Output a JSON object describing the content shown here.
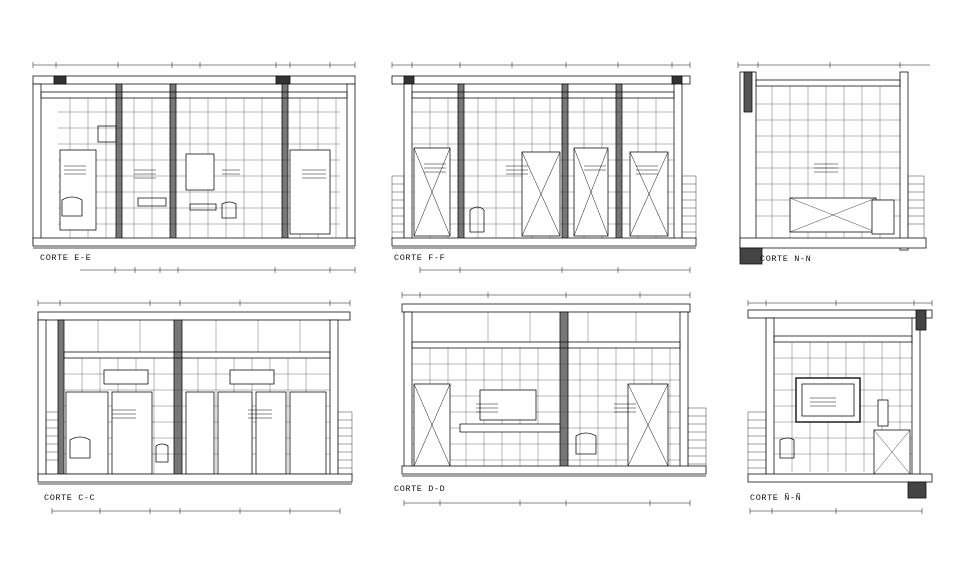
{
  "sections": [
    {
      "id": "e-e",
      "title": "CORTE E-E"
    },
    {
      "id": "f-f",
      "title": "CORTE F-F"
    },
    {
      "id": "n-n",
      "title": "CORTE N-N"
    },
    {
      "id": "c-c",
      "title": "CORTE C-C"
    },
    {
      "id": "d-d",
      "title": "CORTE D-D"
    },
    {
      "id": "nn-nn",
      "title": "CORTE Ñ-Ñ"
    }
  ]
}
